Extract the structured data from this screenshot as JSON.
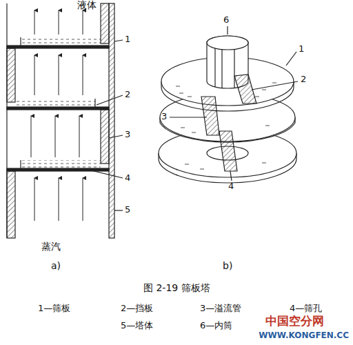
{
  "diagram": {
    "caption": "图 2-19 筛板塔",
    "labels": [
      "液体",
      "1",
      "2",
      "3",
      "4",
      "5",
      "蒸汽",
      "6",
      "1",
      "2",
      "3",
      "4",
      "a)",
      "b)",
      "1—筛板",
      "2—挡板",
      "3—溢流管",
      "4—筛孔",
      "5—塔体",
      "6—内筒",
      "中国空分网",
      "WWW.KONGFEN.CC"
    ]
  }
}
